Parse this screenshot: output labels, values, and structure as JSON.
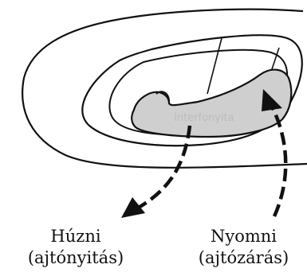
{
  "diagram": {
    "emblem_text": "Interfonyita",
    "colors": {
      "stroke": "#111111",
      "handle_fill": "#cfcfcf",
      "background": "#ffffff"
    }
  },
  "labels": {
    "pull": {
      "action": "Húzni",
      "detail": "(ajtónyitás)"
    },
    "push": {
      "action": "Nyomni",
      "detail": "(ajtózárás)"
    }
  }
}
